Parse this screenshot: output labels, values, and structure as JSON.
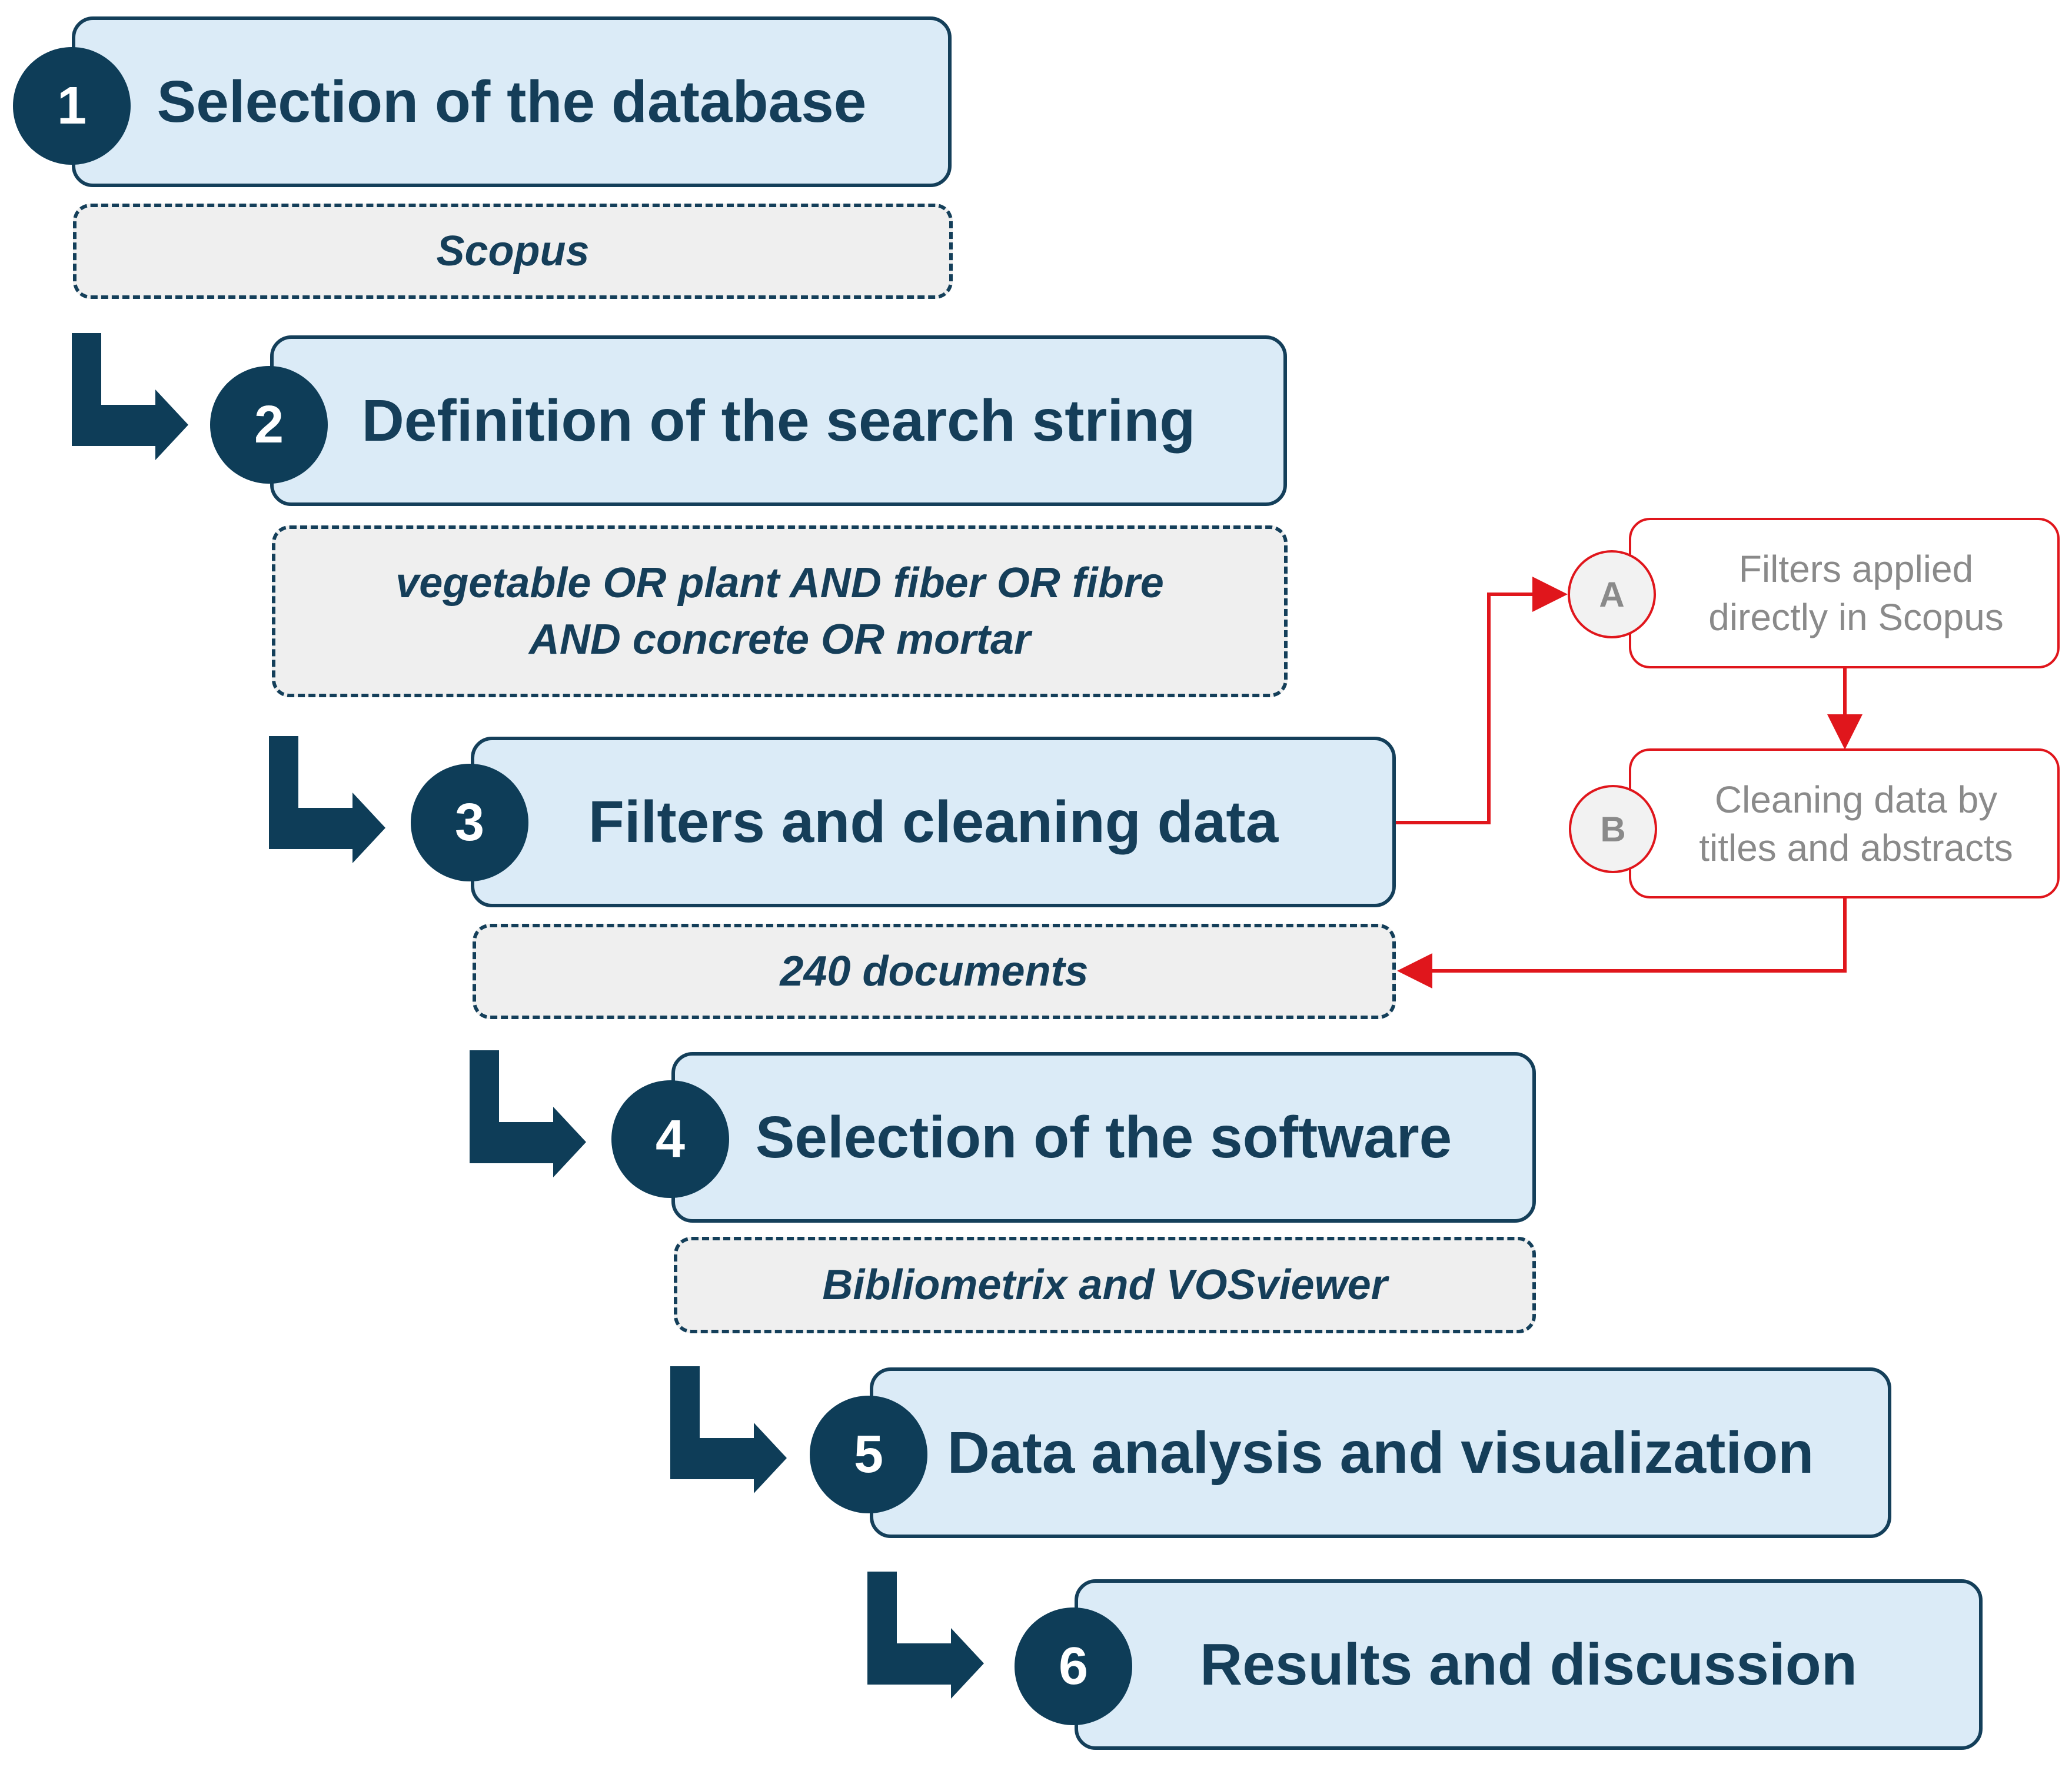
{
  "steps": [
    {
      "number": "1",
      "title": "Selection of the database",
      "note": "Scopus"
    },
    {
      "number": "2",
      "title": "Definition of the search string",
      "note_lines": [
        "vegetable OR plant AND fiber OR fibre",
        "AND concrete OR mortar"
      ]
    },
    {
      "number": "3",
      "title": "Filters and cleaning data",
      "note": "240 documents"
    },
    {
      "number": "4",
      "title": "Selection of the software",
      "note": "Bibliometrix and VOSviewer"
    },
    {
      "number": "5",
      "title": "Data analysis and visualization"
    },
    {
      "number": "6",
      "title": "Results and discussion"
    }
  ],
  "substeps": [
    {
      "letter": "A",
      "lines": [
        "Filters applied",
        "directly in Scopus"
      ]
    },
    {
      "letter": "B",
      "lines": [
        "Cleaning data by",
        "titles and abstracts"
      ]
    }
  ],
  "colors": {
    "step_fill": "#dbebf7",
    "navy": "#143f5a",
    "note_fill": "#efefef",
    "accent_red": "#e0161c",
    "substep_text": "#8a8a8a"
  }
}
